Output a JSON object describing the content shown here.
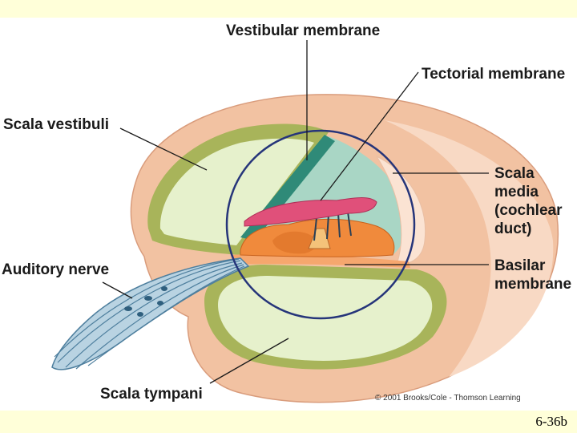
{
  "labels": {
    "vestibular_membrane": "Vestibular membrane",
    "tectorial_membrane": "Tectorial membrane",
    "scala_vestibuli": "Scala vestibuli",
    "scala_media": "Scala\nmedia\n(cochlear\nduct)",
    "auditory_nerve": "Auditory nerve",
    "basilar_membrane": "Basilar\nmembrane",
    "scala_tympani": "Scala tympani"
  },
  "credit": "© 2001 Brooks/Cole - Thomson Learning",
  "slide_number": "6-36b",
  "colors": {
    "slide_background": "#ffffd9",
    "panel_background": "#ffffff",
    "bone": "#f2c2a2",
    "bone_light": "#f8d9c4",
    "chamber_fill": "#e6f1cc",
    "chamber_edge": "#a8b45a",
    "scala_media_fill": "#a9d6c5",
    "vestibular_membrane": "#2f8a78",
    "tectorial_membrane": "#e0507a",
    "organ_of_corti": "#f08a3c",
    "nerve": "#4e7f9e",
    "circle_outline": "#26357a"
  }
}
